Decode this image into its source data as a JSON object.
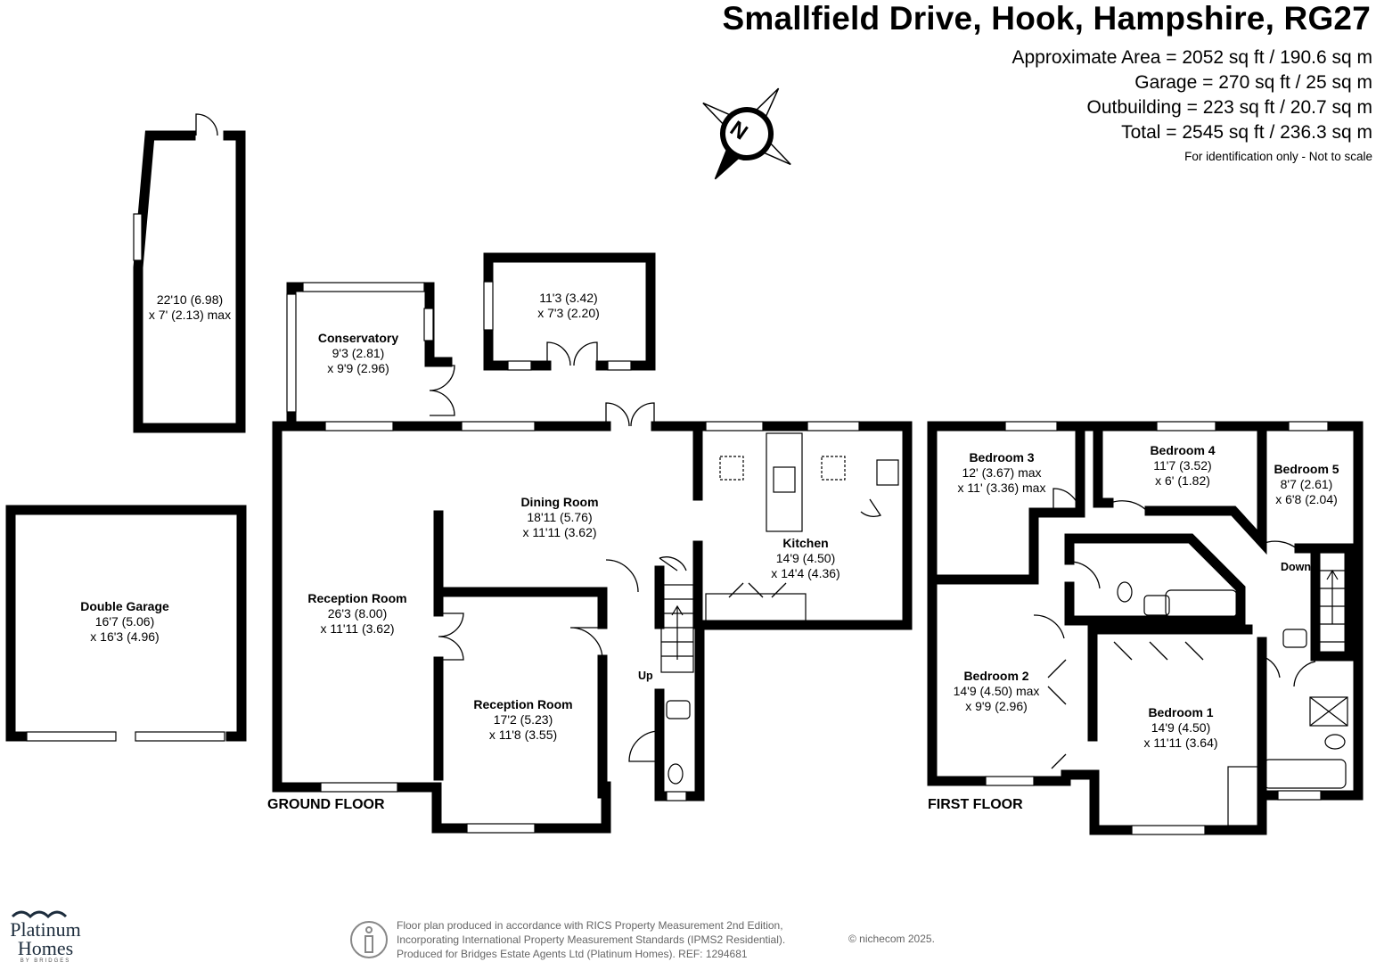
{
  "header": {
    "title": "Smallfield Drive, Hook, Hampshire, RG27",
    "areas": [
      "Approximate Area = 2052 sq ft / 190.6 sq m",
      "Garage = 270 sq ft / 25 sq m",
      "Outbuilding = 223 sq ft / 20.7 sq m",
      "Total = 2545 sq ft / 236.3 sq m"
    ],
    "disclaimer": "For identification only - Not to scale"
  },
  "compass": {
    "label": "N",
    "icon": "compass-icon"
  },
  "ground_floor": {
    "label": "GROUND FLOOR",
    "rooms": {
      "outbuilding": {
        "dims1": "22'10 (6.98)",
        "dims2": "x 7' (2.13) max"
      },
      "store": {
        "dims1": "11'3 (3.42)",
        "dims2": "x 7'3 (2.20)"
      },
      "conservatory": {
        "name": "Conservatory",
        "dims1": "9'3 (2.81)",
        "dims2": "x 9'9 (2.96)"
      },
      "double_garage": {
        "name": "Double Garage",
        "dims1": "16'7 (5.06)",
        "dims2": "x 16'3 (4.96)"
      },
      "dining": {
        "name": "Dining Room",
        "dims1": "18'11 (5.76)",
        "dims2": "x 11'11 (3.62)"
      },
      "kitchen": {
        "name": "Kitchen",
        "dims1": "14'9 (4.50)",
        "dims2": "x 14'4 (4.36)"
      },
      "reception1": {
        "name": "Reception Room",
        "dims1": "26'3 (8.00)",
        "dims2": "x 11'11 (3.62)"
      },
      "reception2": {
        "name": "Reception Room",
        "dims1": "17'2 (5.23)",
        "dims2": "x 11'8 (3.55)"
      }
    },
    "stairs_label": "Up"
  },
  "first_floor": {
    "label": "FIRST FLOOR",
    "rooms": {
      "bedroom3": {
        "name": "Bedroom 3",
        "dims1": "12' (3.67) max",
        "dims2": "x 11' (3.36) max"
      },
      "bedroom4": {
        "name": "Bedroom 4",
        "dims1": "11'7 (3.52)",
        "dims2": "x 6' (1.82)"
      },
      "bedroom5": {
        "name": "Bedroom 5",
        "dims1": "8'7 (2.61)",
        "dims2": "x 6'8 (2.04)"
      },
      "bedroom2": {
        "name": "Bedroom 2",
        "dims1": "14'9 (4.50) max",
        "dims2": "x 9'9 (2.96)"
      },
      "bedroom1": {
        "name": "Bedroom 1",
        "dims1": "14'9 (4.50)",
        "dims2": "x 11'11 (3.64)"
      }
    },
    "stairs_label": "Down"
  },
  "footer": {
    "lines": [
      "Floor plan produced in accordance with RICS Property Measurement 2nd Edition,",
      "Incorporating International Property Measurement Standards (IPMS2 Residential).",
      "Produced for Bridges Estate Agents Ltd (Platinum Homes).   REF: 1294681"
    ],
    "copyright": "© nichecom 2025."
  },
  "logo": {
    "line1": "Platinum",
    "line2": "Homes",
    "sub": "BY BRIDGES"
  },
  "colors": {
    "wall": "#000000",
    "text": "#000000",
    "footer": "#666666"
  }
}
